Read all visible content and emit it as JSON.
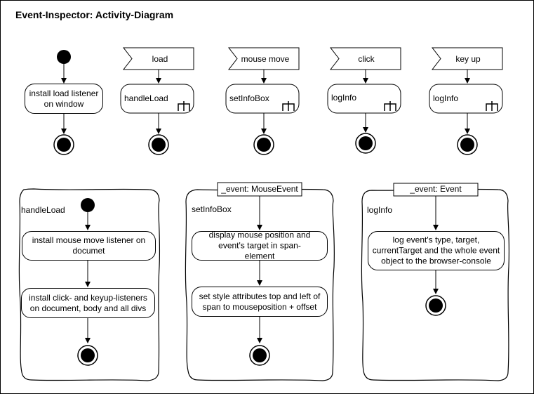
{
  "title": "Event-Inspector: Activity-Diagram",
  "events": [
    {
      "signal": "load",
      "action": "handleLoad"
    },
    {
      "signal": "mouse move",
      "action": "setInfoBox"
    },
    {
      "signal": "click",
      "action": "logInfo"
    },
    {
      "signal": "key up",
      "action": "logInfo"
    }
  ],
  "main_flow": {
    "action": "install load listener on window"
  },
  "subactivities": {
    "handleLoad": {
      "name": "handleLoad",
      "steps": [
        "install mouse move listener on documet",
        "install click- and keyup-listeners on document, body and all divs"
      ]
    },
    "setInfoBox": {
      "name": "setInfoBox",
      "parameter": "_event: MouseEvent",
      "steps": [
        "display mouse position and event's target in span-element",
        "set style attributes top and left of span to mouseposition + offset"
      ]
    },
    "logInfo": {
      "name": "logInfo",
      "parameter": "_event: Event",
      "steps": [
        "log event's type, target, currentTarget and the whole event object to the browser-console"
      ]
    }
  }
}
